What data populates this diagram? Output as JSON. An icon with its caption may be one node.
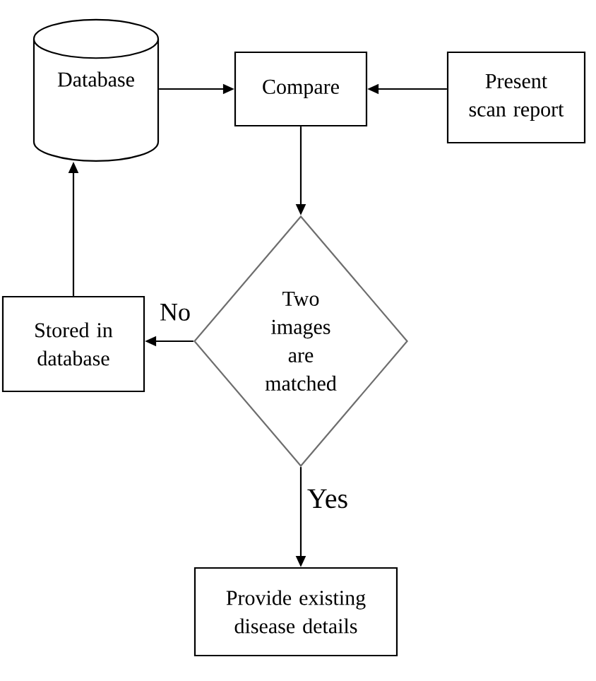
{
  "diagram": {
    "nodes": [
      {
        "text": [
          "Database"
        ]
      },
      {
        "text": [
          "Compare"
        ]
      },
      {
        "text": [
          "Present scan report"
        ]
      },
      {
        "text": [
          "Two images are matched"
        ]
      },
      {
        "text": [
          "Stored in database"
        ]
      },
      {
        "text": [
          "Provide existing disease details"
        ]
      }
    ],
    "edges": [
      {
        "from": 0,
        "to": 1,
        "arrow": "to"
      },
      {
        "from": 2,
        "to": 1,
        "arrow": "to"
      },
      {
        "from": 1,
        "to": 3,
        "arrow": "to"
      },
      {
        "from": 3,
        "to": 4,
        "arrow": "to",
        "label": "No"
      },
      {
        "from": 4,
        "to": 0,
        "arrow": "to"
      },
      {
        "from": 3,
        "to": 5,
        "arrow": "to",
        "label": "Yes"
      }
    ]
  }
}
